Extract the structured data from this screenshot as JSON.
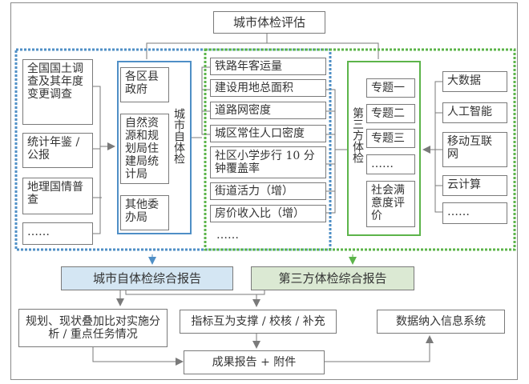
{
  "title": "城市体检评估",
  "sources": [
    "全国国土调查及其年度变更调查",
    "统计年鉴 / 公报",
    "地理国情普查",
    "……"
  ],
  "self_check": {
    "label": "城市自体检",
    "orgs": [
      "各区县政府",
      "自然资源和规划局住建局统计局",
      "其他委办局"
    ]
  },
  "indicators": [
    "铁路年客运量",
    "建设用地总面积",
    "道路网密度",
    "城区常住人口密度",
    "社区小学步行 10 分钟覆盖率",
    "街道活力（增）",
    "房价收入比（增）",
    "……"
  ],
  "third_party": {
    "label": "第三方体检",
    "topics": [
      "专题一",
      "专题二",
      "专题三",
      "……",
      "社会满意度评价"
    ]
  },
  "tech": [
    "大数据",
    "人工智能",
    "移动互联网",
    "云计算",
    "……"
  ],
  "reports": {
    "self_report": "城市自体检综合报告",
    "third_report": "第三方体检综合报告"
  },
  "outputs": {
    "planning": "规划、现状叠加比对实施分析 / 重点任务情况",
    "mutual": "指标互为支撑 / 校核 / 补充",
    "system": "数据纳入信息系统",
    "result": "成果报告 + 附件"
  },
  "colors": {
    "blue": "#4f8fc6",
    "green": "#5cb44a",
    "blue_fill": "#d4e6f3",
    "green_fill": "#dbe9d3",
    "line": "#7a7a7a"
  }
}
